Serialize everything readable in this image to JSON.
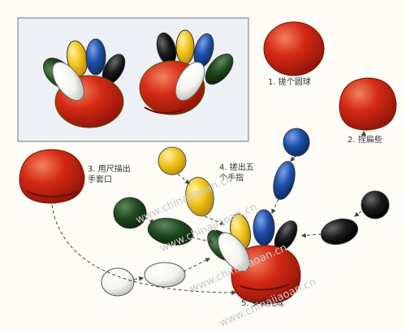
{
  "steps": [
    {
      "id": "step1",
      "text": "1. 搓个圆球"
    },
    {
      "id": "step2",
      "text": "2. 捏扁些"
    },
    {
      "id": "step3",
      "text": "3. 用尺描出\n手套口"
    },
    {
      "id": "step4",
      "text": "4. 搓出五\n个手指"
    },
    {
      "id": "step5",
      "text": "5. 安装完成"
    }
  ],
  "watermark": "www.chinajiaoan.cn",
  "colors": {
    "red": "#d42a14",
    "yellow": "#f2c41a",
    "blue": "#1d4fa8",
    "green": "#1f4a1f",
    "black": "#1a1a1a",
    "white": "#f4f4f0",
    "photo_bg": "#e9eef3"
  }
}
